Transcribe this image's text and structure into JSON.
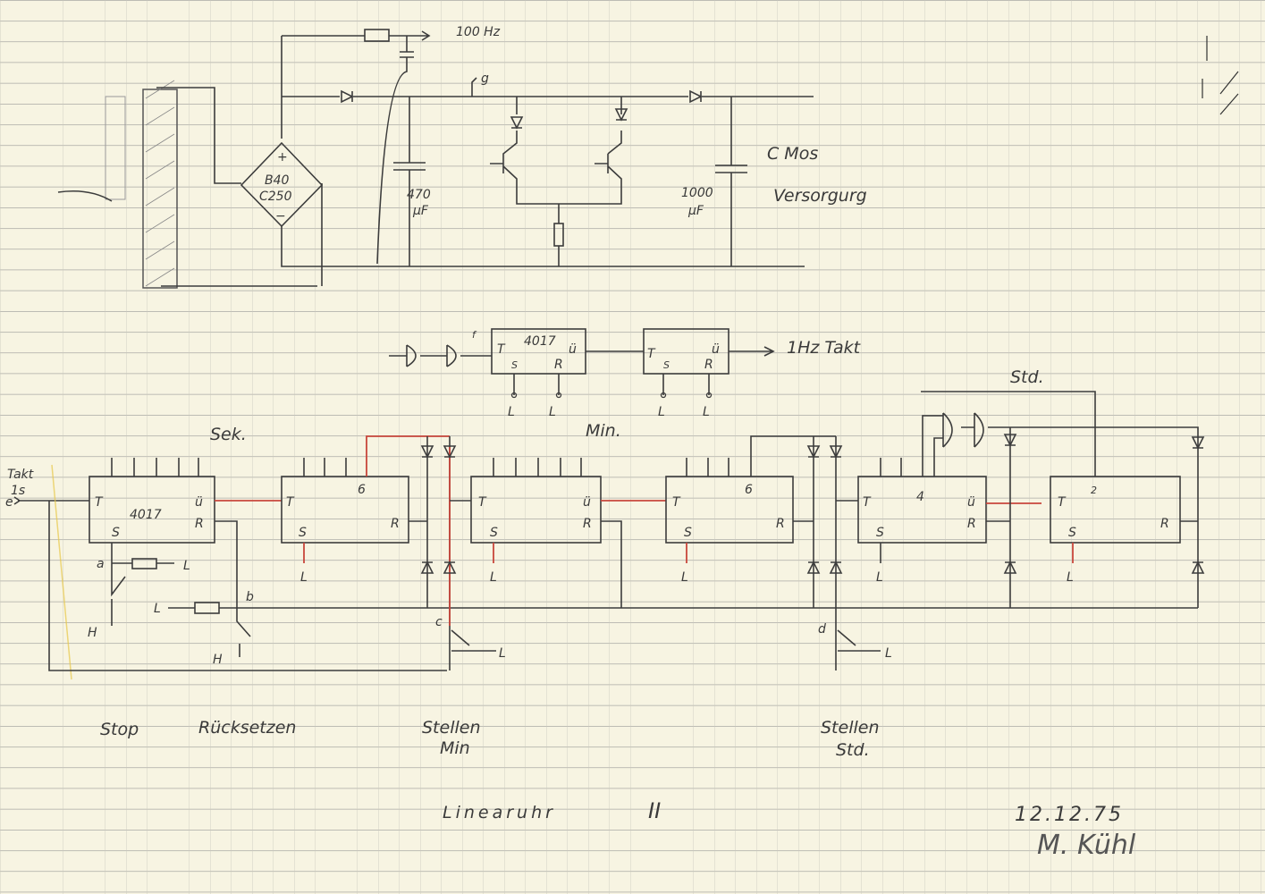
{
  "power_supply": {
    "freq_out": "100 Hz",
    "node_g": "g",
    "bridge_plus": "+",
    "bridge_type_1": "B40",
    "bridge_type_2": "C250",
    "bridge_minus": "−",
    "cap1_value": "470",
    "cap1_unit": "µF",
    "cap2_value": "1000",
    "cap2_unit": "µF",
    "title_1": "C Mos",
    "title_2": "Versorgurg"
  },
  "clock_divider": {
    "node_f": "f",
    "chip": "4017",
    "pin_t": "T",
    "pin_s": "S",
    "pin_r": "R",
    "pin_u": "ü",
    "pin_l": "L",
    "output": "1Hz  Takt"
  },
  "counter": {
    "input_label_1": "Takt",
    "input_label_2": "1s",
    "input_node": "e",
    "sec_label": "Sek.",
    "min_label": "Min.",
    "hour_label": "Std.",
    "chip": "4017",
    "count_6": "6",
    "count_4": "4",
    "count_2": "2",
    "pin_t": "T",
    "pin_s": "S",
    "pin_r": "R",
    "pin_u": "ü",
    "pin_l": "L",
    "pin_h": "H",
    "node_a": "a",
    "node_b": "b",
    "node_c": "c",
    "node_d": "d"
  },
  "captions": {
    "stop": "Stop",
    "reset": "Rücksetzen",
    "set_min_1": "Stellen",
    "set_min_2": "Min",
    "set_hour_1": "Stellen",
    "set_hour_2": "Std."
  },
  "footer": {
    "title": "Linearuhr",
    "numeral": "II",
    "date": "12.12.75",
    "signature": "M. Kühl"
  }
}
